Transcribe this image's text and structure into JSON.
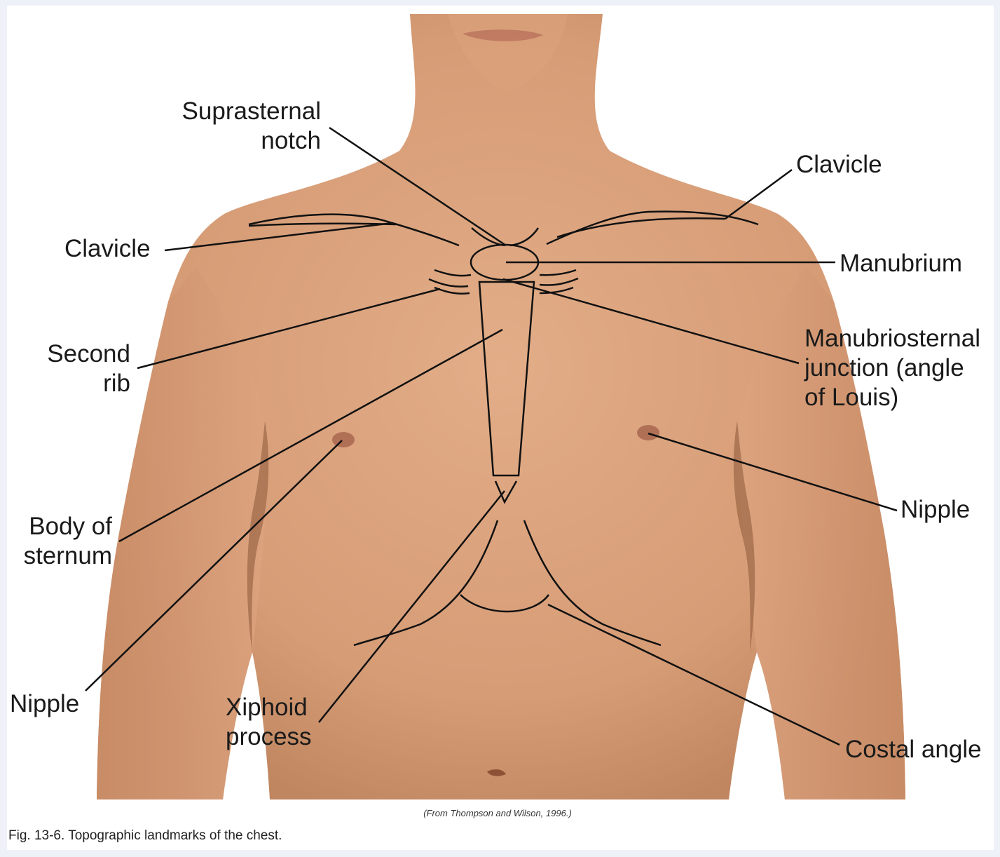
{
  "figure": {
    "caption": "Fig. 13-6. Topographic landmarks of the chest.",
    "source": "(From Thompson and Wilson, 1996.)"
  },
  "labels": {
    "suprasternal_notch": "Suprasternal\nnotch",
    "clavicle_left": "Clavicle",
    "clavicle_right": "Clavicle",
    "manubrium": "Manubrium",
    "second_rib": "Second\nrib",
    "manubriosternal_junction": "Manubriosternal\njunction (angle\nof Louis)",
    "body_of_sternum": "Body of\nsternum",
    "nipple_left": "Nipple",
    "nipple_right": "Nipple",
    "xiphoid_process": "Xiphoid\nprocess",
    "costal_angle": "Costal angle"
  },
  "colors": {
    "skin": "#dba27c",
    "skin_shadow": "#b9805c",
    "outline": "#111111",
    "background": "#ffffff"
  }
}
